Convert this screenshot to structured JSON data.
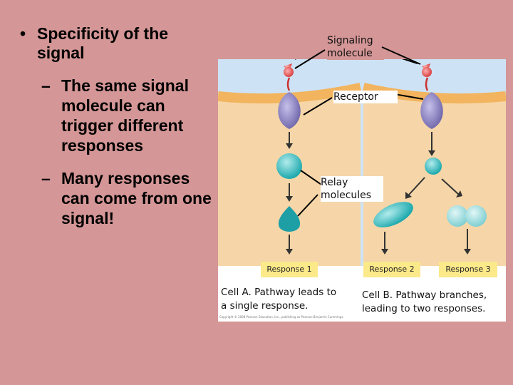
{
  "bullets": {
    "main": "Specificity of the signal",
    "sub": [
      "The same signal molecule can trigger different responses",
      "Many responses can come from one signal!"
    ]
  },
  "diagram": {
    "labels": {
      "signaling_molecule": "Signaling molecule",
      "receptor": "Receptor",
      "relay_molecules": "Relay molecules"
    },
    "responses": [
      "Response 1",
      "Response 2",
      "Response 3"
    ],
    "captions": {
      "cell_a": "Cell A. Pathway leads to a single response.",
      "cell_b": "Cell B. Pathway branches, leading to two responses."
    },
    "copyright": "Copyright © 2008 Pearson Education, Inc., publishing as Pearson Benjamin Cummings."
  },
  "colors": {
    "background": "#d49696",
    "cytoplasm": "#f6d6a8",
    "membrane": "#f2b45e",
    "receptor": "#8e86c6",
    "relay": "#2bbcc0",
    "response_box": "#fbe98a",
    "signal_molecule": "#e85a6a"
  }
}
